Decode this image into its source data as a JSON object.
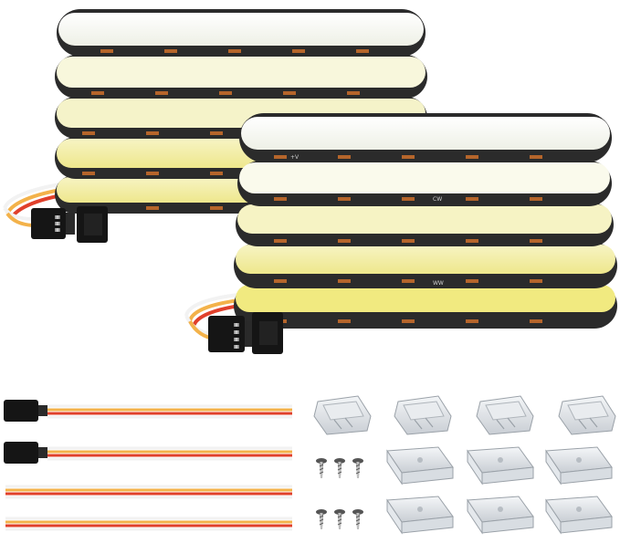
{
  "product": {
    "strip_label_marks": [
      "+V",
      "CW",
      "WW"
    ],
    "colors": {
      "background": "#ffffff",
      "strip_jacket": "#2b2b2b",
      "led_warm": "#f3f0a8",
      "led_cool": "#fbfbf1",
      "copper_pad": "#b5652b",
      "wire_white": "#f2f2f2",
      "wire_yellow": "#f3b24a",
      "wire_red": "#e0402b",
      "connector_black": "#151515"
    }
  },
  "accessories": {
    "cables_with_connector": 2,
    "cables_bare": 2,
    "clear_strip_connectors": 4,
    "mounting_clips": 6,
    "screws": 6
  }
}
